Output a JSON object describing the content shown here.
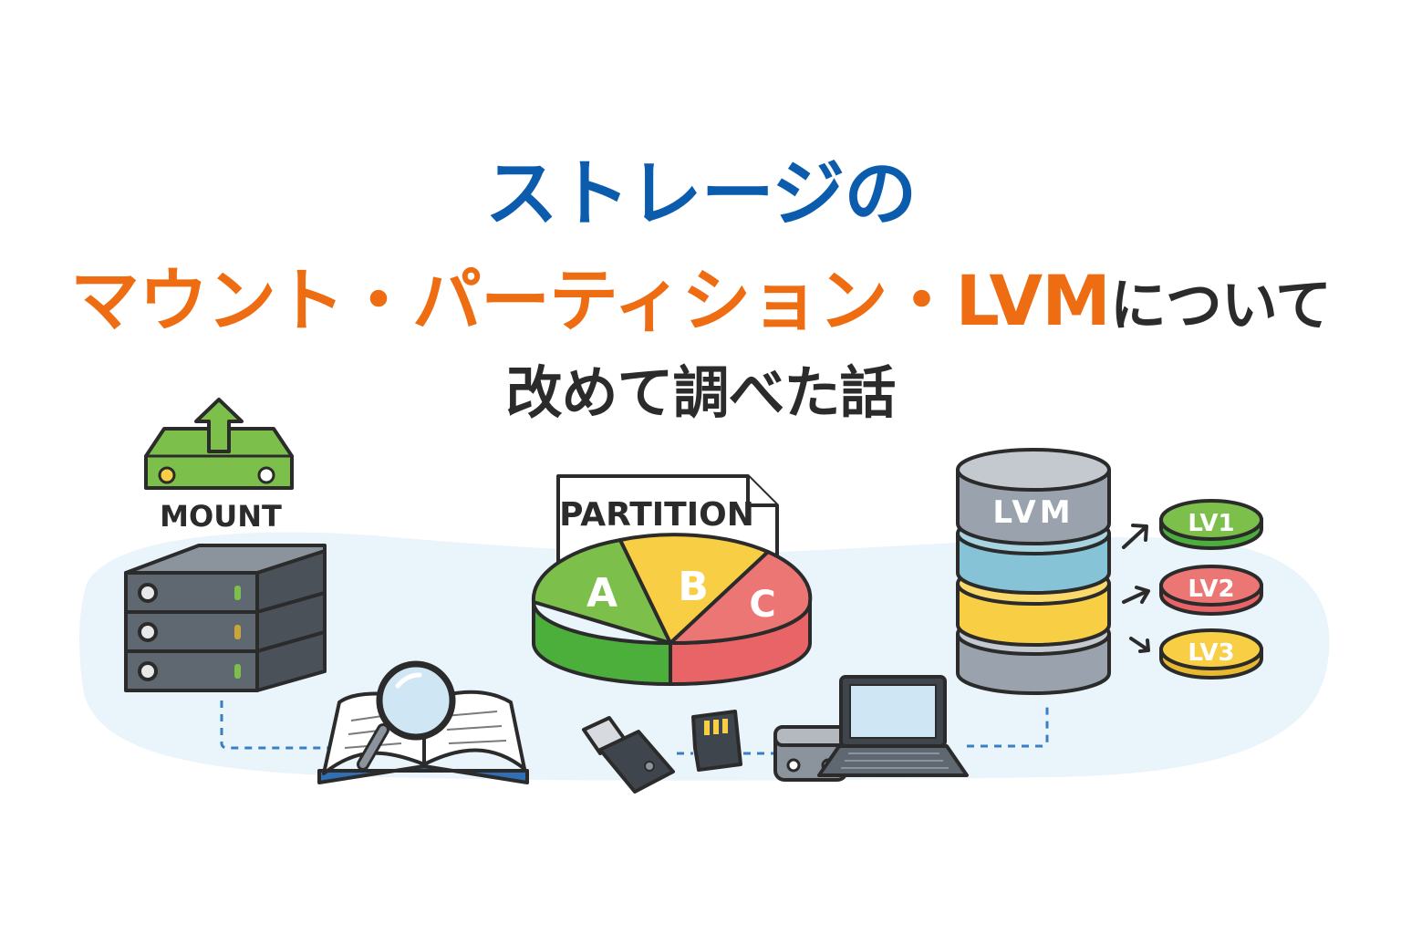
{
  "title": {
    "line1": "ストレージの",
    "line2_main": "マウント・パーティション・LVM",
    "line2_suffix": "について",
    "line3": "改めて調べた話"
  },
  "labels": {
    "mount": "MOUNT",
    "partition": "PARTITION",
    "slice_a": "A",
    "slice_b": "B",
    "slice_c": "C",
    "lvm": "LVM",
    "lv1": "LV1",
    "lv2": "LV2",
    "lv3": "LV3"
  },
  "colors": {
    "title_blue": "#0b5cad",
    "title_orange": "#ee6c12",
    "text_dark": "#2b2b2b",
    "green": "#7cc04b",
    "yellow": "#f8cf44",
    "red": "#ec7674",
    "lvm_blue": "#86c3d6",
    "gray": "#9aa3ad"
  },
  "icons": [
    "mount-drive-icon",
    "server-rack-icon",
    "book-magnifier-icon",
    "partition-pie-icon",
    "usb-stick-icon",
    "sd-card-icon",
    "external-drive-icon",
    "laptop-icon",
    "lvm-cylinder-icon"
  ]
}
